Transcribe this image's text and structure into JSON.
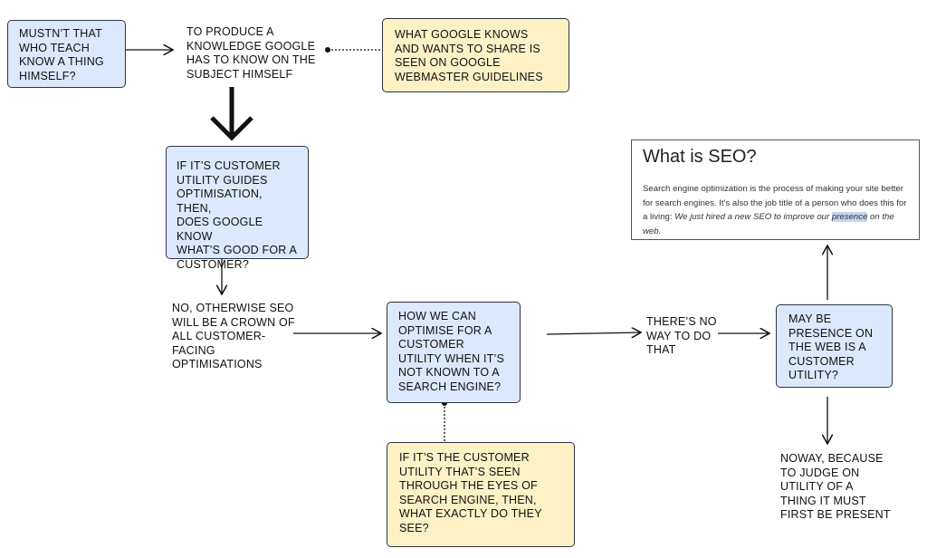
{
  "nodes": {
    "n1": "MUSTN’T THAT\nWHO TEACH\nKNOW A THING\nHIMSELF?",
    "n2": "TO PRODUCE A\nKNOWLEDGE GOOGLE\nHAS TO KNOW ON THE\nSUBJECT HIMSELF",
    "n3": "WHAT GOOGLE KNOWS\nAND WANTS TO SHARE IS\nSEEN ON GOOGLE\nWEBMASTER GUIDELINES",
    "n4": "IF IT’S CUSTOMER\nUTILITY GUIDES\nOPTIMISATION, THEN,\nDOES GOOGLE KNOW\nWHAT’S GOOD FOR A\nCUSTOMER?",
    "n5": "NO, OTHERWISE SEO\nWILL BE A CROWN OF\nALL CUSTOMER-\nFACING\nOPTIMISATIONS",
    "n6": "HOW WE CAN\nOPTIMISE FOR A\nCUSTOMER\nUTILITY WHEN IT’S\nNOT KNOWN TO A\nSEARCH ENGINE?",
    "n7": "THERE’S NO\nWAY TO DO\nTHAT",
    "n8": "MAY BE\nPRESENCE ON\nTHE WEB IS A\nCUSTOMER\nUTILITY?",
    "n9": "IF IT’S THE CUSTOMER\nUTILITY THAT’S SEEN\nTHROUGH THE EYES OF\nSEARCH ENGINE, THEN,\nWHAT EXACTLY DO THEY\nSEE?",
    "n10": "NOWAY, BECAUSE\nTO JUDGE ON\nUTILITY OF A\nTHING IT MUST\nFIRST BE PRESENT"
  },
  "seo_card": {
    "title": "What is SEO?",
    "body": "Search engine optimization is the process of making your site better for search engines. It's also the job title of a person who does this for a living: ",
    "example_before": "We just hired a new SEO to improve our ",
    "example_highlight": "presence",
    "example_after": " on the web."
  },
  "colors": {
    "blue_box": "#dce8fb",
    "yellow_box": "#fdf1c6",
    "line": "#111111"
  }
}
